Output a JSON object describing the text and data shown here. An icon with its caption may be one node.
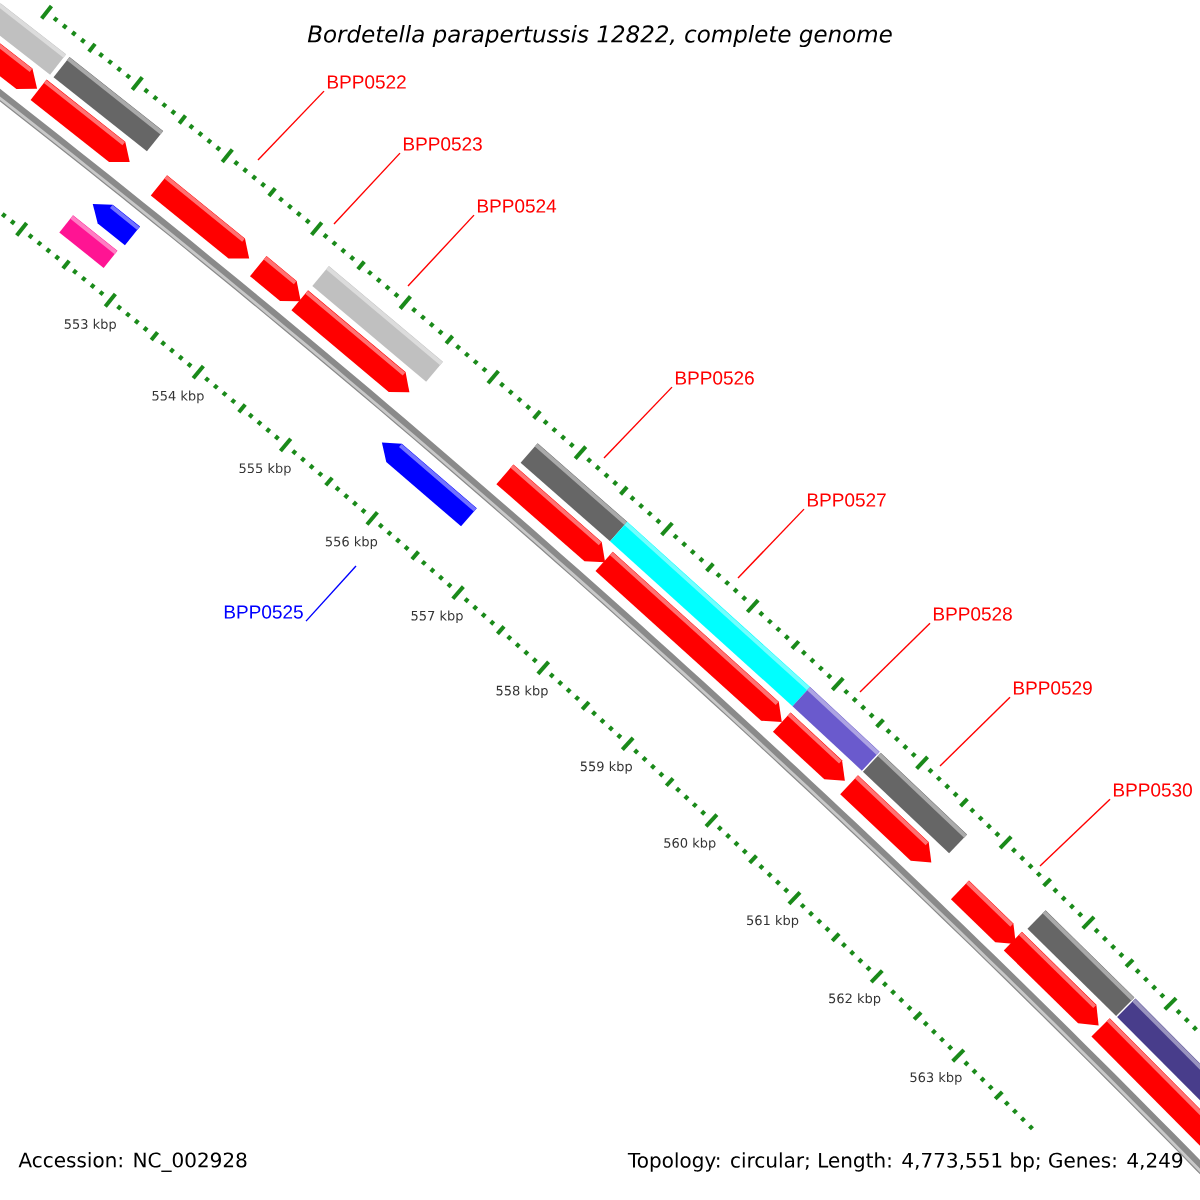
{
  "diagram": {
    "title": "Bordetella parapertussis 12822, complete genome",
    "nodes": [
      {
        "text": [
          "BPP0522"
        ]
      },
      {
        "text": [
          "BPP0523"
        ]
      },
      {
        "text": [
          "BPP0524"
        ]
      },
      {
        "text": [
          "BPP0526"
        ]
      },
      {
        "text": [
          "BPP0527"
        ]
      },
      {
        "text": [
          "BPP0525"
        ]
      },
      {
        "text": [
          "BPP0528"
        ]
      },
      {
        "text": [
          "BPP0529"
        ]
      },
      {
        "text": [
          "BPP0530"
        ]
      }
    ],
    "edges": [
      {
        "from": 0,
        "to": null,
        "arrow": "none"
      },
      {
        "from": 1,
        "to": null,
        "arrow": "none"
      },
      {
        "from": 2,
        "to": null,
        "arrow": "none"
      },
      {
        "from": 3,
        "to": null,
        "arrow": "none"
      },
      {
        "from": 4,
        "to": null,
        "arrow": "none"
      },
      {
        "from": 5,
        "to": null,
        "arrow": "none",
        "color": "#0000ff"
      },
      {
        "from": 6,
        "to": null,
        "arrow": "none"
      },
      {
        "from": 7,
        "to": null,
        "arrow": "none"
      },
      {
        "from": 8,
        "to": null,
        "arrow": "none"
      }
    ],
    "labels": [
      "553 kbp",
      "554 kbp",
      "555 kbp",
      "556 kbp",
      "557 kbp",
      "558 kbp",
      "559 kbp",
      "560 kbp",
      "561 kbp",
      "562 kbp",
      "563 kbp",
      "Accession: NC_002928",
      "Topology: circular; Length: 4,773,551 bp; Genes: 4,249"
    ]
  }
}
